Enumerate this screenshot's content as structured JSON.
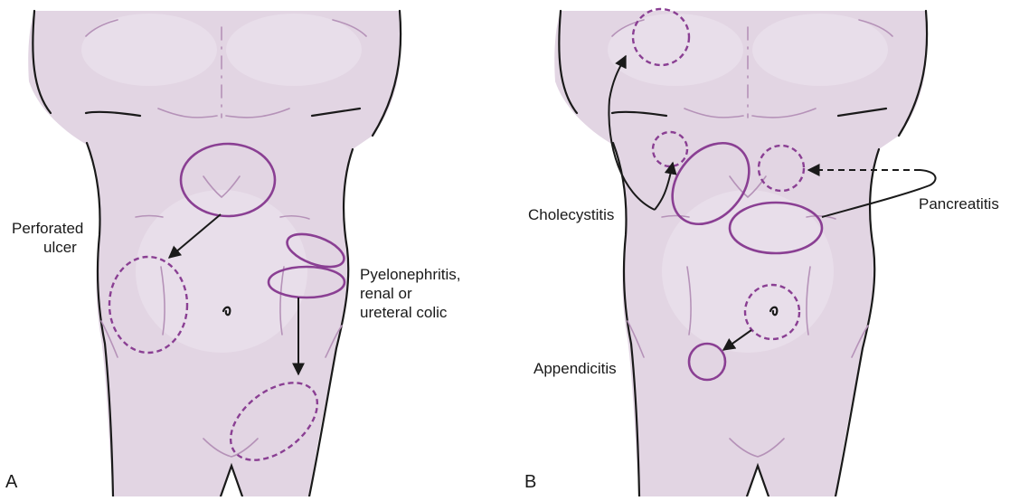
{
  "panels": [
    {
      "id": "A",
      "letter": "A",
      "labels": {
        "perforated_ulcer_line1": "Perforated",
        "perforated_ulcer_line2": "ulcer",
        "pyelo_line1": "Pyelonephritis,",
        "pyelo_line2": "renal or",
        "pyelo_line3": "ureteral colic"
      }
    },
    {
      "id": "B",
      "letter": "B",
      "labels": {
        "cholecystitis": "Cholecystitis",
        "pancreatitis": "Pancreatitis",
        "appendicitis": "Appendicitis"
      }
    }
  ],
  "colors": {
    "skin": "#e2d5e3",
    "skin_highlight": "#ebe1ec",
    "body_outline": "#1a1a1a",
    "muscle_line": "#b592b8",
    "marker": "#8a3f93",
    "arrow": "#1a1a1a"
  }
}
